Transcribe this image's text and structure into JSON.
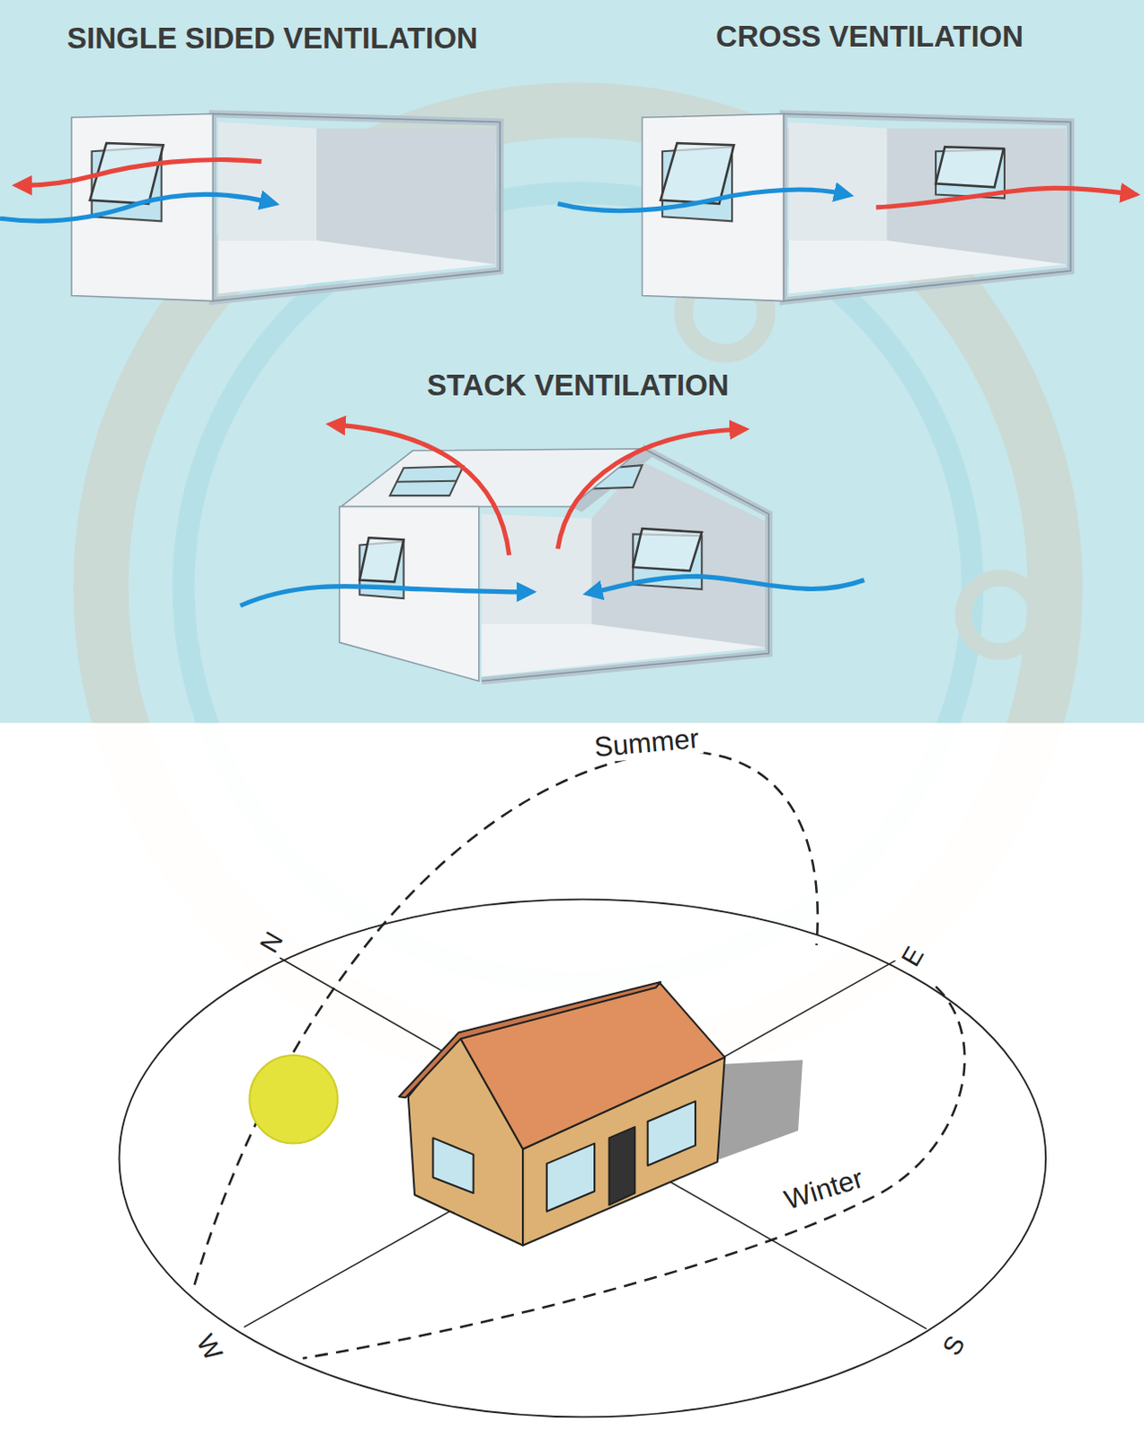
{
  "diagram": {
    "labels": [
      "SINGLE SIDED VENTILATION",
      "CROSS VENTILATION",
      "STACK VENTILATION",
      "Summer",
      "N",
      "E",
      "Winter",
      "W",
      "S"
    ]
  }
}
